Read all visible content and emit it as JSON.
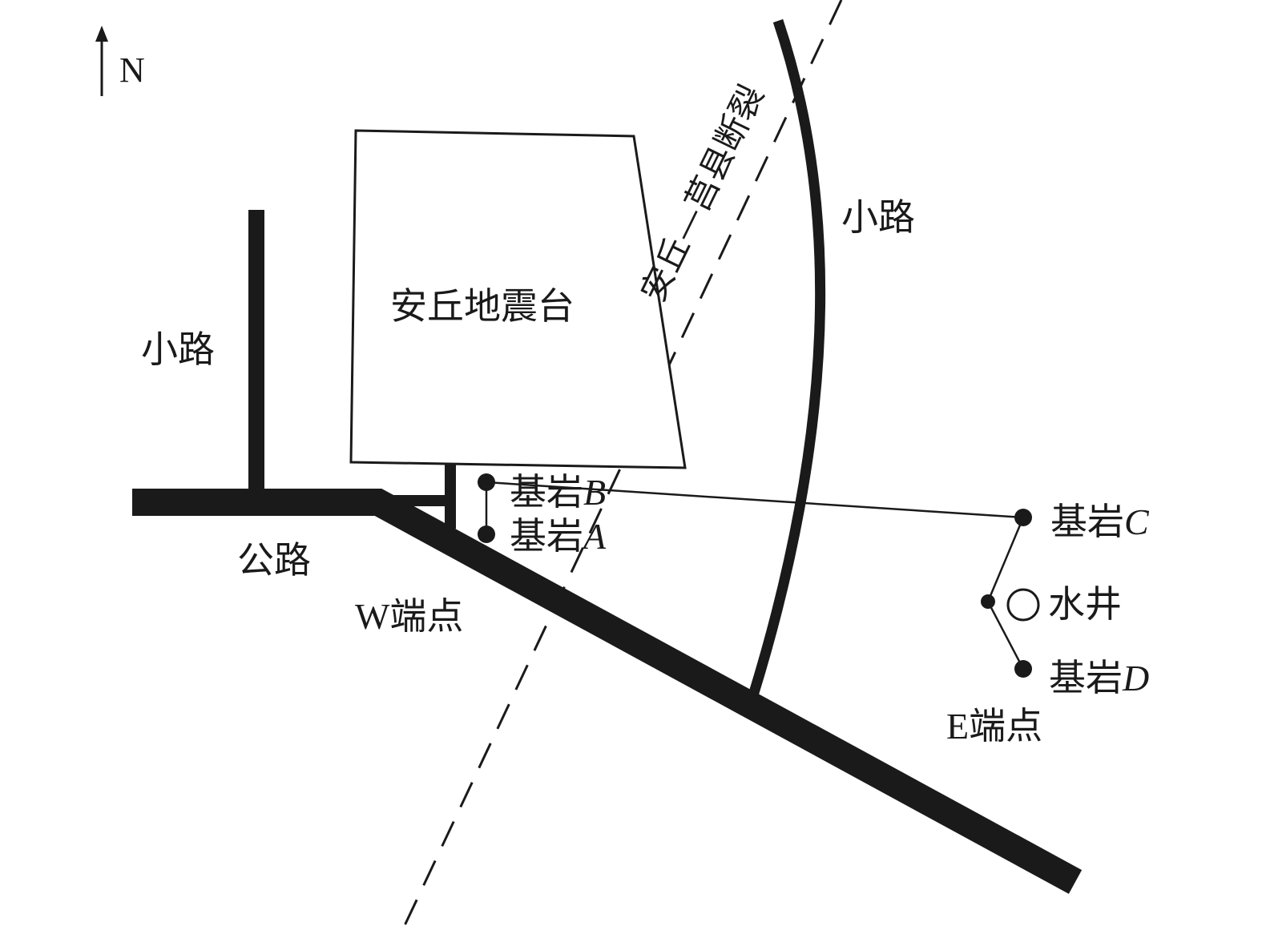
{
  "north_label": "N",
  "station": {
    "label": "安丘地震台"
  },
  "fault": {
    "label": "安丘—莒县断裂"
  },
  "roads": {
    "path_west_label": "小路",
    "path_east_label": "小路",
    "highway_label": "公路"
  },
  "points": {
    "bedrock_b": {
      "prefix": "基岩",
      "letter": "B"
    },
    "bedrock_a": {
      "prefix": "基岩",
      "letter": "A"
    },
    "bedrock_c": {
      "prefix": "基岩",
      "letter": "C"
    },
    "bedrock_d": {
      "prefix": "基岩",
      "letter": "D"
    },
    "well": {
      "label": "水井"
    }
  },
  "endpoints": {
    "west": {
      "prefix": "W",
      "suffix": "端点"
    },
    "east": {
      "prefix": "E",
      "suffix": "端点"
    }
  },
  "colors": {
    "ink": "#1a1a1a",
    "background": "#ffffff"
  }
}
